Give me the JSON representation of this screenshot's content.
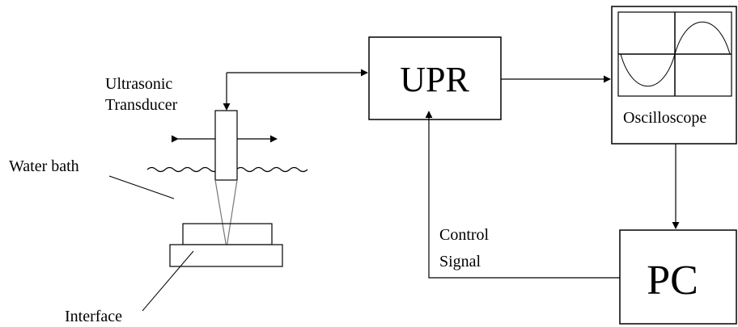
{
  "labels": {
    "transducer_line1": "Ultrasonic",
    "transducer_line2": "Transducer",
    "water_bath": "Water bath",
    "interface": "Interface",
    "upr": "UPR",
    "oscilloscope": "Oscilloscope",
    "pc": "PC",
    "control_line1": "Control",
    "control_line2": "Signal"
  },
  "icons": {
    "oscilloscope_screen": "sine-wave-icon",
    "water_surface": "wave-line-icon",
    "motion": "double-arrow-icon"
  }
}
